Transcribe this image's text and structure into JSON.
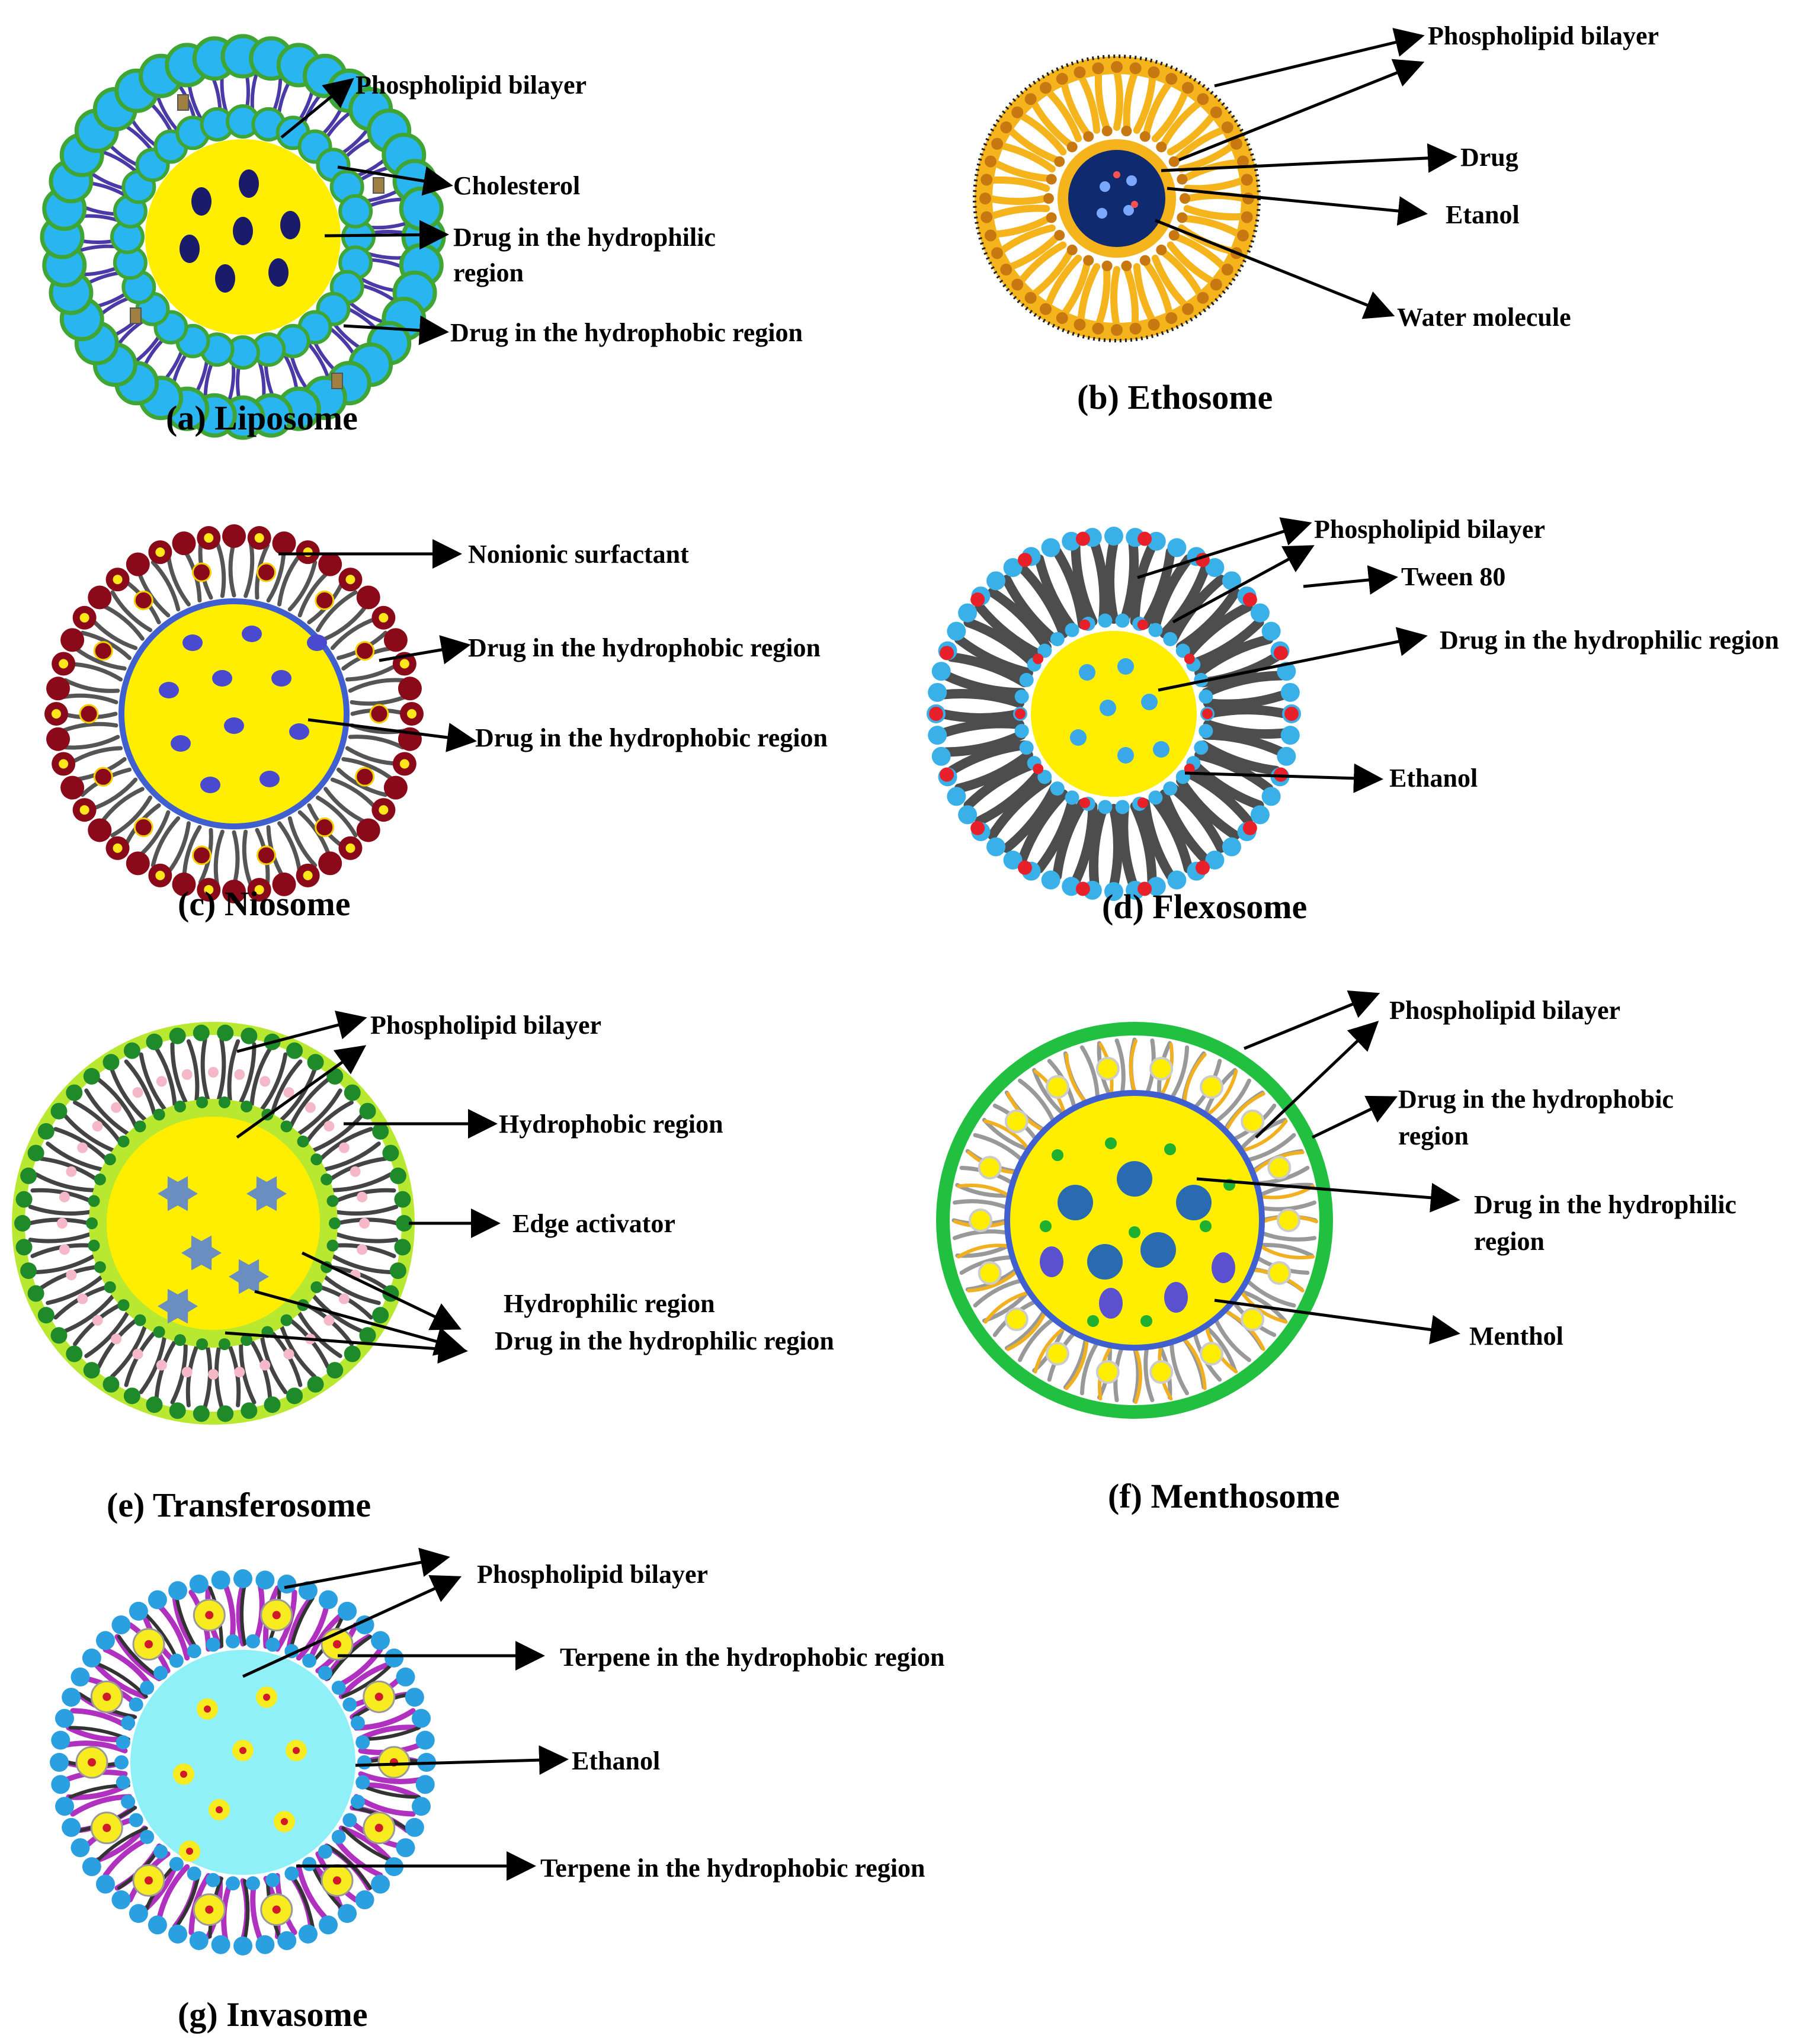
{
  "colors": {
    "yellow_core": "#ffee00",
    "navy_drug": "#1b1b6b",
    "liposome_head": "#29b6f0",
    "liposome_ring": "#3fa535",
    "lipid_tail_purple": "#4a3aa8",
    "ethosome_orange": "#f5b41c",
    "ethosome_head": "#c87810",
    "ethosome_core": "#0f2a6e",
    "niosome_red": "#8b0a1a",
    "grey_tail": "#555555",
    "blue_ring": "#4060d0",
    "drug_blue": "#4a4ad0",
    "flex_head": "#3ab0e8",
    "flex_red": "#e8202a",
    "flex_tail": "#4d4d4d",
    "flex_drug": "#3aa8e8",
    "trans_lime": "#b8e830",
    "trans_green": "#1e8a2a",
    "trans_pink": "#f4b8c8",
    "trans_drug": "#6a8ec0",
    "menth_green": "#22c040",
    "menth_orange": "#f0b020",
    "menth_drug_dark": "#2a6ab0",
    "menth_drug_violet": "#5a50d0",
    "menth_green_dot": "#20b030",
    "inva_head": "#2aa0e0",
    "inva_purple": "#b030c0",
    "inva_core": "#90f0f8",
    "terpene_yellow": "#f8ec20",
    "terpene_red": "#d01a2a"
  },
  "panels": {
    "a": {
      "caption": "(a) Liposome",
      "labels": [
        "Phospholipid bilayer",
        "Cholesterol",
        "Drug in the hydrophilic",
        "region",
        "Drug in the hydrophobic region"
      ]
    },
    "b": {
      "caption": "(b) Ethosome",
      "labels": [
        "Phospholipid bilayer",
        "Drug",
        "Etanol",
        "Water molecule"
      ]
    },
    "c": {
      "caption": "(c) Niosome",
      "labels": [
        "Nonionic surfactant",
        "Drug in the hydrophobic region",
        "Drug in the hydrophobic region"
      ]
    },
    "d": {
      "caption": "(d) Flexosome",
      "labels": [
        "Phospholipid bilayer",
        "Tween 80",
        "Drug in the hydrophilic region",
        "Ethanol"
      ]
    },
    "e": {
      "caption": "(e) Transferosome",
      "labels": [
        "Phospholipid bilayer",
        "Hydrophobic region",
        "Edge activator",
        "Hydrophilic region",
        "Drug in the hydrophilic region"
      ]
    },
    "f": {
      "caption": "(f) Menthosome",
      "labels": [
        "Phospholipid bilayer",
        "Drug in the hydrophobic",
        "region",
        "Drug in the hydrophilic",
        "region",
        "Menthol"
      ]
    },
    "g": {
      "caption": "(g) Invasome",
      "labels": [
        "Phospholipid bilayer",
        "Terpene in the hydrophobic region",
        "Ethanol",
        "Terpene in the hydrophobic region"
      ]
    }
  }
}
